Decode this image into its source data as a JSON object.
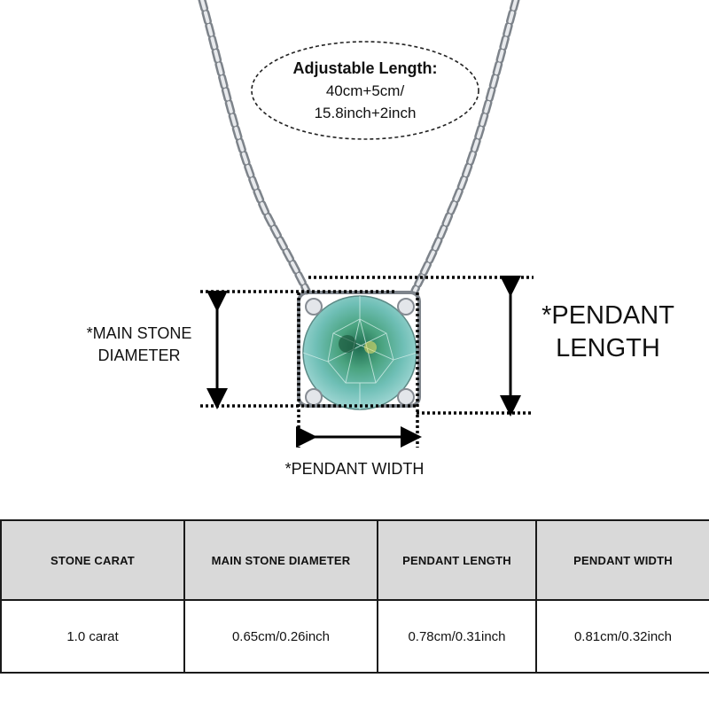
{
  "callout": {
    "title": "Adjustable Length:",
    "line1": "40cm+5cm/",
    "line2": "15.8inch+2inch"
  },
  "labels": {
    "main_stone_diameter": "*MAIN STONE DIAMETER",
    "pendant_length": "*PENDANT LENGTH",
    "pendant_width": "*PENDANT WIDTH"
  },
  "table": {
    "headers": [
      "STONE CARAT",
      "MAIN STONE DIAMETER",
      "PENDANT LENGTH",
      "PENDANT WIDTH"
    ],
    "values": [
      "1.0 carat",
      "0.65cm/0.26inch",
      "0.78cm/0.31inch",
      "0.81cm/0.32inch"
    ]
  },
  "colors": {
    "stone": "#3b8f84",
    "metal": "#c9ccd0",
    "table_header_bg": "#d9d9d9",
    "border": "#1a1a1a"
  }
}
